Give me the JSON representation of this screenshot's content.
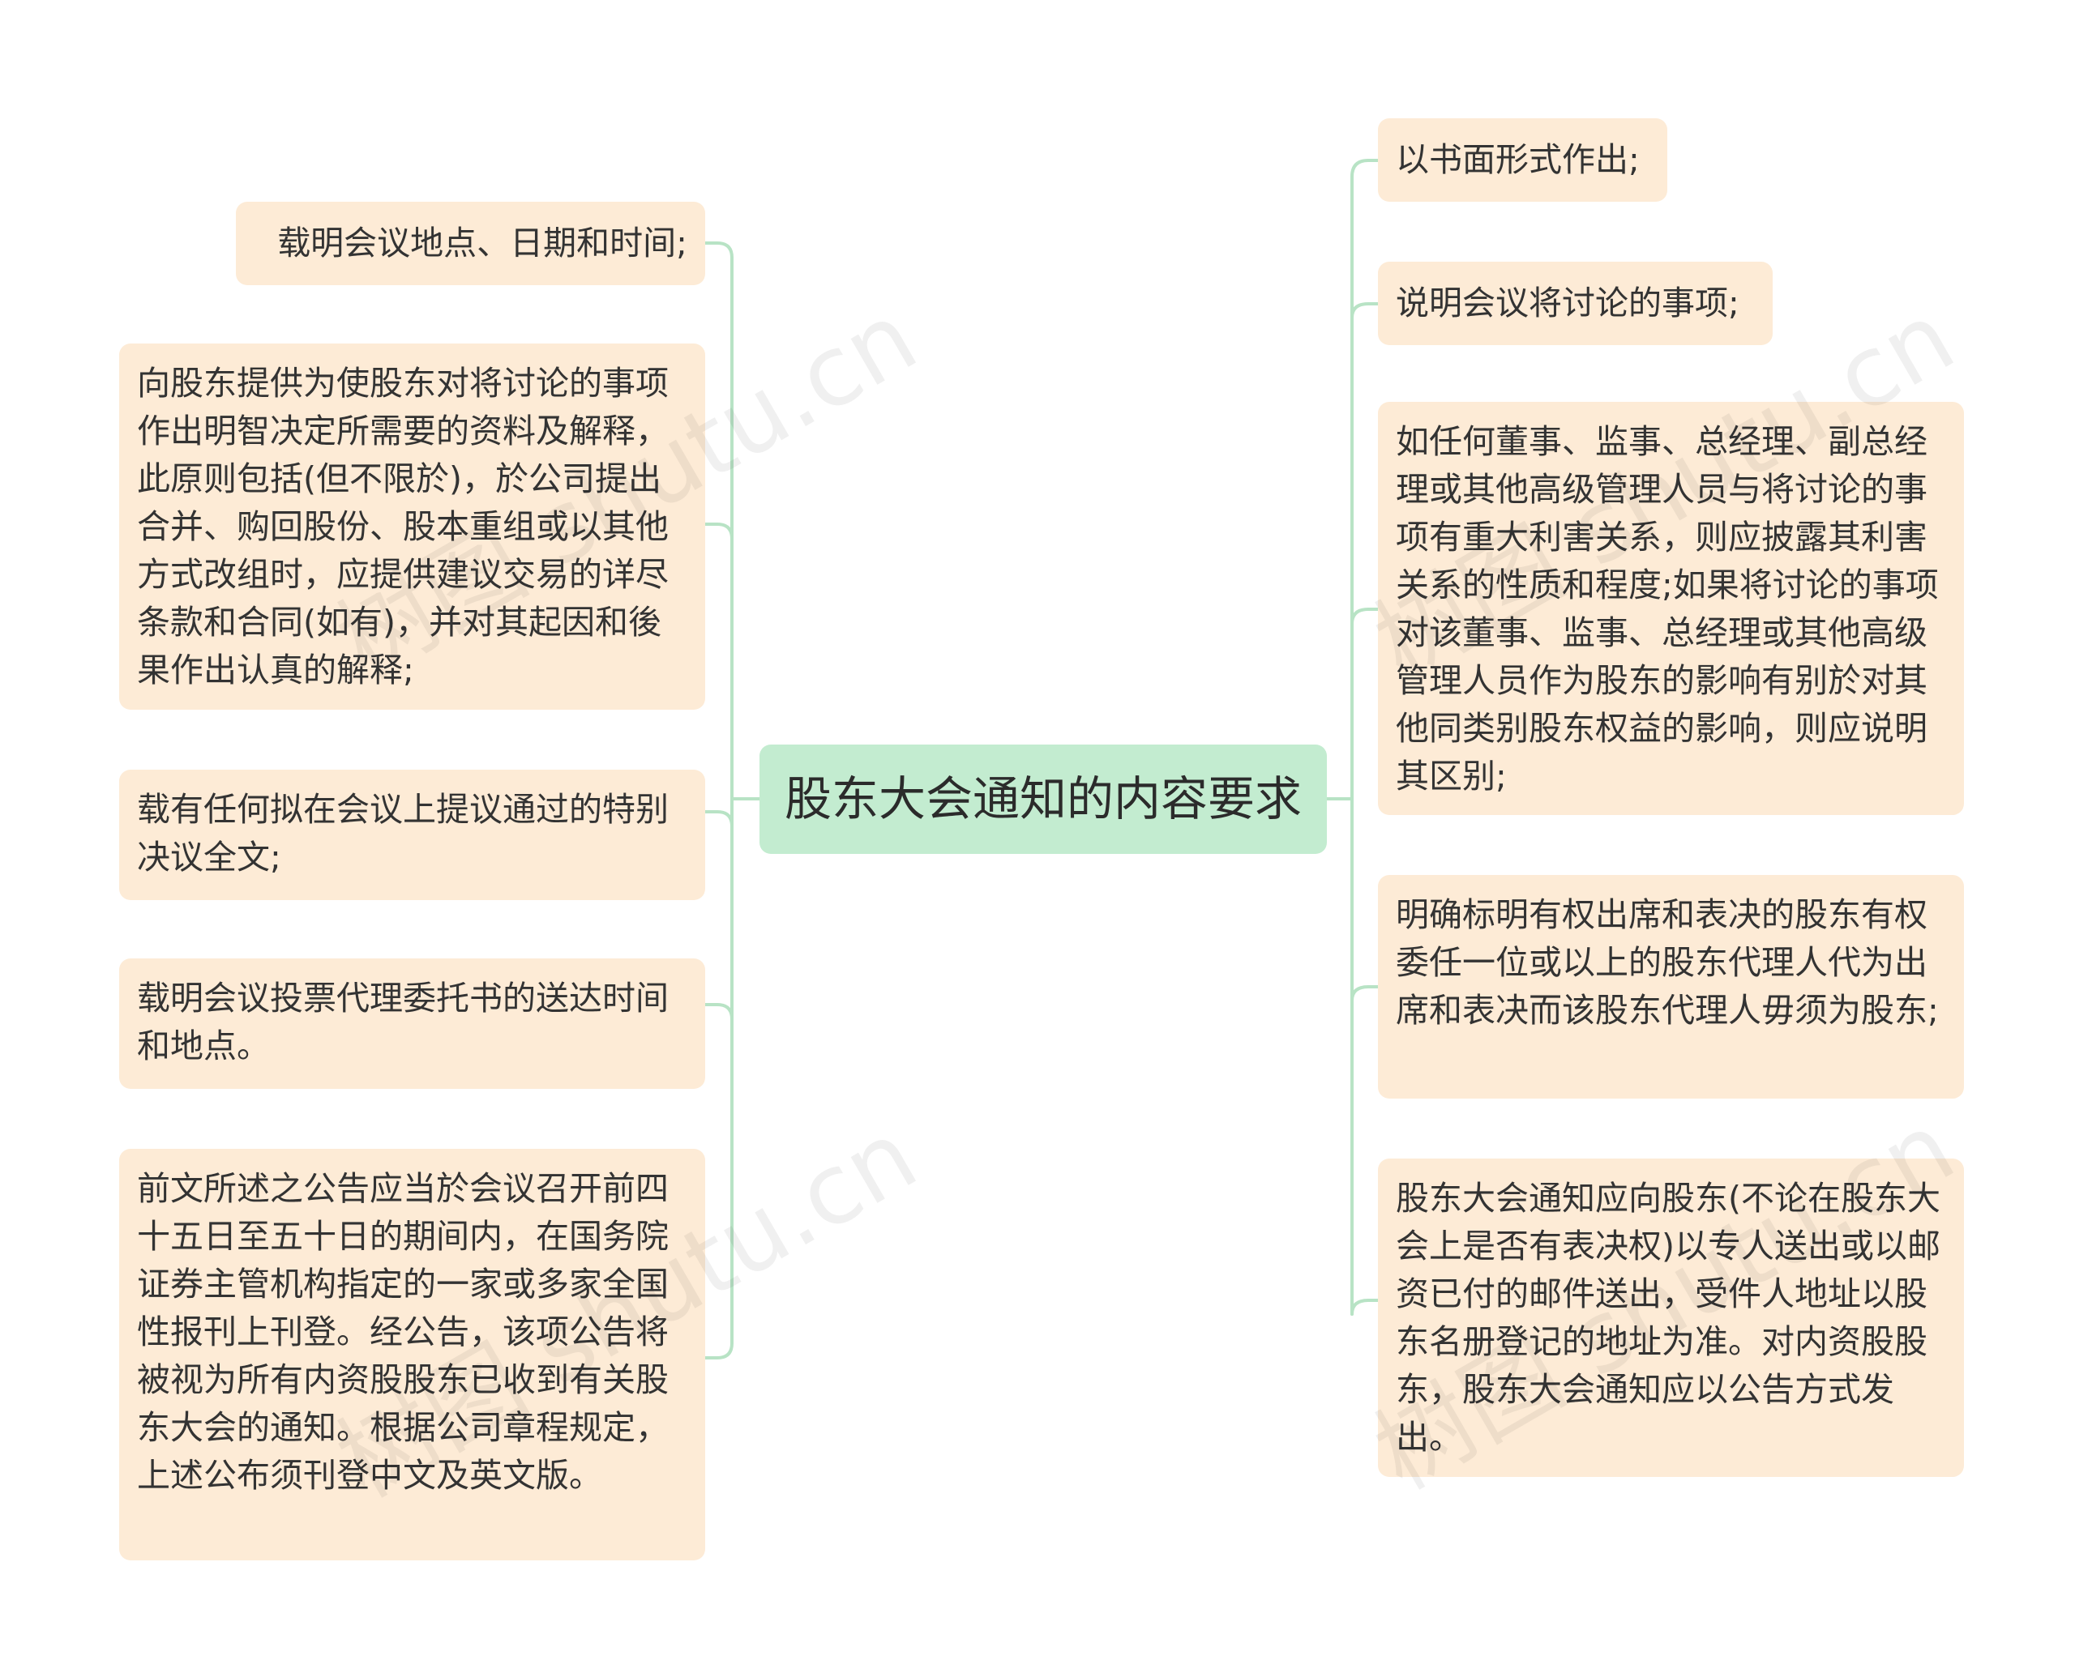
{
  "center": {
    "label": "股东大会通知的内容要求"
  },
  "left_nodes": [
    {
      "text": "载明会议地点、日期和时间;"
    },
    {
      "text": "向股东提供为使股东对将讨论的事项作出明智决定所需要的资料及解释，此原则包括(但不限於)，於公司提出合并、购回股份、股本重组或以其他方式改组时，应提供建议交易的详尽条款和合同(如有)，并对其起因和後果作出认真的解释;"
    },
    {
      "text": "载有任何拟在会议上提议通过的特别决议全文;"
    },
    {
      "text": "载明会议投票代理委托书的送达时间和地点。"
    },
    {
      "text": "前文所述之公告应当於会议召开前四十五日至五十日的期间内，在国务院证券主管机构指定的一家或多家全国性报刊上刊登。经公告，该项公告将被视为所有内资股股东已收到有关股东大会的通知。根据公司章程规定，上述公布须刊登中文及英文版。"
    }
  ],
  "right_nodes": [
    {
      "text": "以书面形式作出;"
    },
    {
      "text": "说明会议将讨论的事项;"
    },
    {
      "text": "如任何董事、监事、总经理、副总经理或其他高级管理人员与将讨论的事项有重大利害关系，则应披露其利害关系的性质和程度;如果将讨论的事项对该董事、监事、总经理或其他高级管理人员作为股东的影响有别於对其他同类别股东权益的影响，则应说明其区别;"
    },
    {
      "text": "明确标明有权出席和表决的股东有权委任一位或以上的股东代理人代为出席和表决而该股东代理人毋须为股东;"
    },
    {
      "text": "股东大会通知应向股东(不论在股东大会上是否有表决权)以专人送出或以邮资已付的邮件送出，受件人地址以股东名册登记的地址为准。对内资股股东，股东大会通知应以公告方式发出。"
    }
  ],
  "watermarks": [
    {
      "text": "树图 shutu.cn"
    },
    {
      "text": "树图 shutu.cn"
    },
    {
      "text": "树图 shutu.cn"
    },
    {
      "text": "树图 shutu.cn"
    }
  ],
  "colors": {
    "connector": "#b8e3c5",
    "node_fill": "#fdebd6",
    "center_fill": "#c3ecd0"
  }
}
